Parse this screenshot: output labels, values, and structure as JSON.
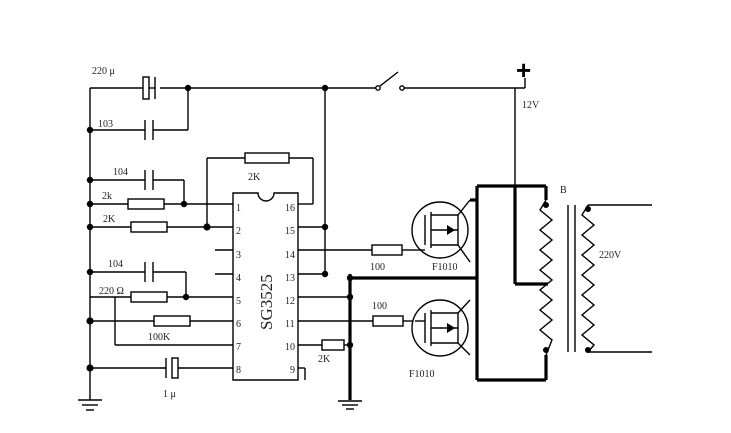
{
  "chip": {
    "name": "SG3525",
    "pins_left": [
      "1",
      "2",
      "3",
      "4",
      "5",
      "6",
      "7",
      "8"
    ],
    "pins_right": [
      "16",
      "15",
      "14",
      "13",
      "12",
      "11",
      "10",
      "9"
    ]
  },
  "components": {
    "c_220u": "220 μ",
    "c_103": "103",
    "c_104_top": "104",
    "r_2k_a": "2k",
    "r_2K_b": "2K",
    "r_2K_fb": "2K",
    "c_104_mid": "104",
    "r_220": "220 Ω",
    "r_100K": "100K",
    "c_1u": "1 μ",
    "r_2K_10": "2K",
    "r_100_top": "100",
    "r_100_bot": "100",
    "q_top": "F1010",
    "q_bot": "F1010",
    "transformer": "B",
    "out_voltage": "220V",
    "supply_voltage": "12V",
    "supply_sign": "+"
  }
}
